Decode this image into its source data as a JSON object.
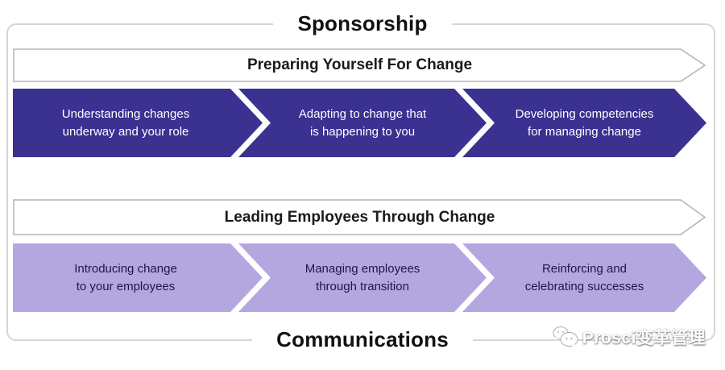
{
  "titles": {
    "top": "Sponsorship",
    "bottom": "Communications"
  },
  "rows": [
    {
      "header": "Preparing Yourself For Change",
      "arrows": [
        {
          "line1": "Understanding changes",
          "line2": "underway and your role"
        },
        {
          "line1": "Adapting to change that",
          "line2": "is happening to you"
        },
        {
          "line1": "Developing competencies",
          "line2": "for managing change"
        }
      ]
    },
    {
      "header": "Leading Employees Through Change",
      "arrows": [
        {
          "line1": "Introducing change",
          "line2": "to your employees"
        },
        {
          "line1": "Managing employees",
          "line2": "through transition"
        },
        {
          "line1": "Reinforcing and",
          "line2": "celebrating successes"
        }
      ]
    }
  ],
  "watermark": {
    "text": "Prosci变革管理",
    "icon": "wechat-icon"
  },
  "colors": {
    "dark_arrow": "#3b3191",
    "light_arrow": "#b4a7e0",
    "light_arrow_text": "#1e1648",
    "frame_border": "#d6d6d6",
    "header_border": "#b3b3b3"
  }
}
